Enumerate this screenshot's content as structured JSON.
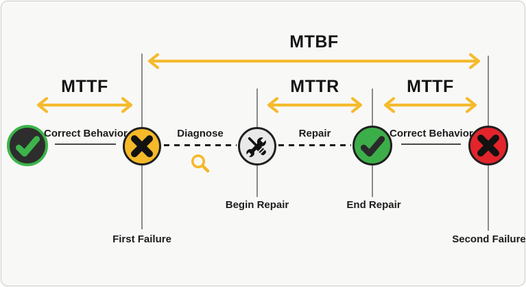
{
  "labels": {
    "mtbf": "MTBF",
    "mttf_left": "MTTF",
    "mttr": "MTTR",
    "mttf_right": "MTTF",
    "correct_behavior_1": "Correct Behavior",
    "diagnose": "Diagnose",
    "repair": "Repair",
    "correct_behavior_2": "Correct Behavior",
    "first_failure": "First Failure",
    "begin_repair": "Begin Repair",
    "end_repair": "End Repair",
    "second_failure": "Second Failure"
  },
  "nodes": [
    {
      "id": "ok-start",
      "icon": "check-icon",
      "fill": "#2D2D2D",
      "ring": "#3CB44A",
      "glyph": "#3CB44A"
    },
    {
      "id": "first-failure",
      "icon": "x-icon",
      "fill": "#F5B929",
      "ring": "#1F1F1F",
      "glyph": "#121212"
    },
    {
      "id": "begin-repair",
      "icon": "tools-icon",
      "fill": "#E9E9E9",
      "ring": "#1F1F1F",
      "glyph": "#121212"
    },
    {
      "id": "end-repair",
      "icon": "check-icon",
      "fill": "#3CAE49",
      "ring": "#1F1F1F",
      "glyph": "#2A2A2A"
    },
    {
      "id": "second-failure",
      "icon": "x-icon",
      "fill": "#E3242B",
      "ring": "#1F1F1F",
      "glyph": "#121212"
    }
  ],
  "icons": {
    "magnifier": "magnifier-icon"
  },
  "colors": {
    "accent_yellow": "#F5BB2E",
    "green": "#3CAE49",
    "red": "#E3242B",
    "dark": "#2D2D2D",
    "node_gray": "#E9E9E9",
    "background": "#F8F8F7",
    "card_border": "#C9C9C9",
    "text": "#1C1C1C",
    "timeline_gray": "#8A8A8A"
  }
}
